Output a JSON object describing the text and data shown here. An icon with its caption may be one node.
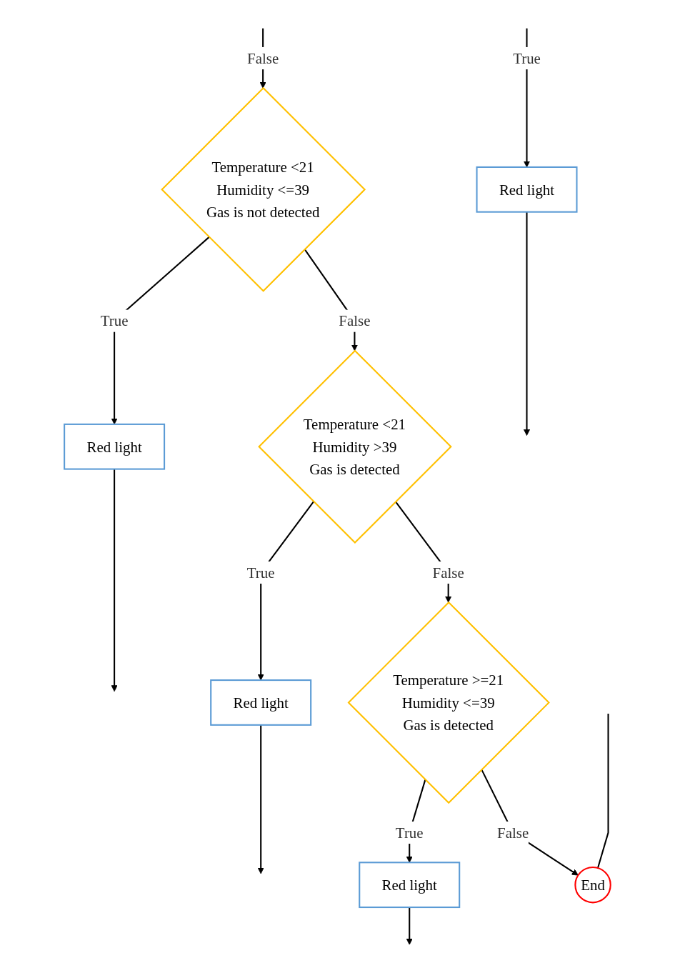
{
  "diagram": {
    "nodes": [
      {
        "text": [
          "Red light"
        ]
      },
      {
        "text": [
          "Temperature <21",
          "Humidity <=39",
          "Gas is not detected"
        ]
      },
      {
        "text": [
          "Red light"
        ]
      },
      {
        "text": [
          "Temperature <21",
          "Humidity >39",
          "Gas is detected"
        ]
      },
      {
        "text": [
          "Red light"
        ]
      },
      {
        "text": [
          "Temperature >=21",
          "Humidity <=39",
          "Gas is detected"
        ]
      },
      {
        "text": [
          "Red light"
        ]
      },
      {
        "text": [
          "End"
        ]
      }
    ],
    "edges": [
      {
        "from": null,
        "to": 0,
        "arrow": "to",
        "label": "True"
      },
      {
        "from": 0,
        "to": null,
        "arrow": "to"
      },
      {
        "from": null,
        "to": 1,
        "arrow": "to",
        "label": "False"
      },
      {
        "from": 1,
        "to": 2,
        "arrow": "to",
        "label": "True"
      },
      {
        "from": 2,
        "to": null,
        "arrow": "to"
      },
      {
        "from": 1,
        "to": 3,
        "arrow": "to",
        "label": "False"
      },
      {
        "from": 3,
        "to": 4,
        "arrow": "to",
        "label": "True"
      },
      {
        "from": 4,
        "to": null,
        "arrow": "to"
      },
      {
        "from": 3,
        "to": 5,
        "arrow": "to",
        "label": "False"
      },
      {
        "from": 5,
        "to": 6,
        "arrow": "to",
        "label": "True"
      },
      {
        "from": 6,
        "to": null,
        "arrow": "to"
      },
      {
        "from": 5,
        "to": 7,
        "arrow": "to",
        "label": "False"
      },
      {
        "from": null,
        "to": 7,
        "arrow": "none"
      }
    ]
  }
}
